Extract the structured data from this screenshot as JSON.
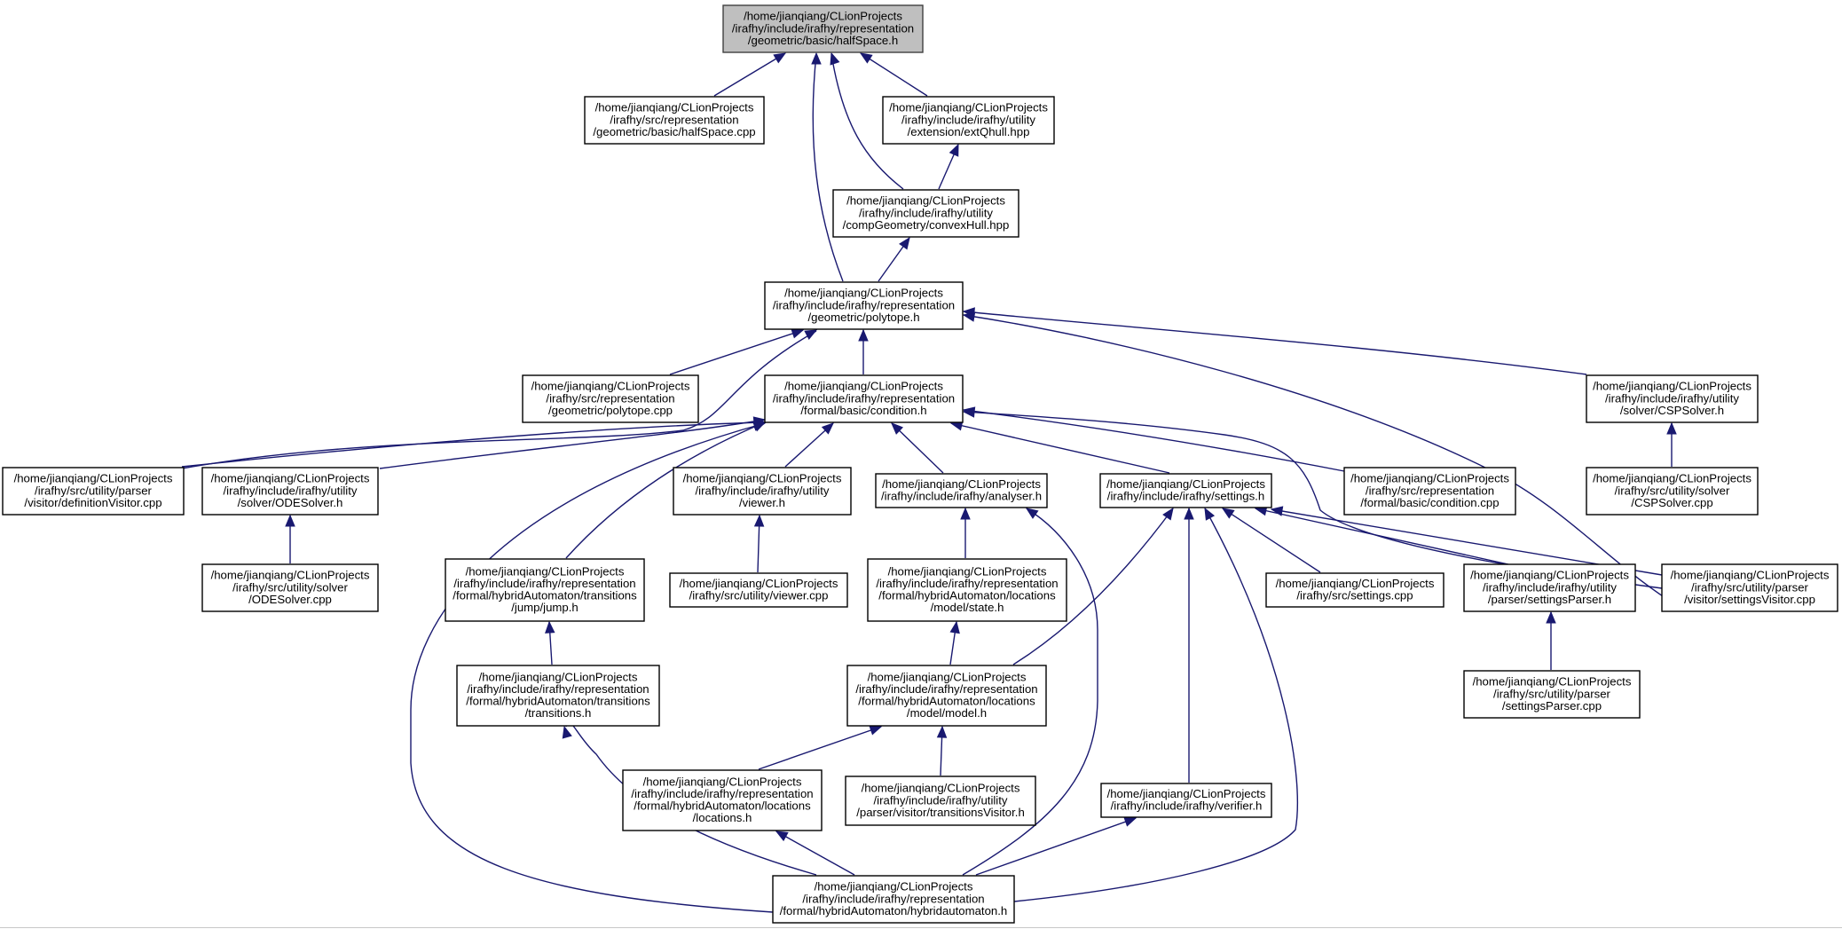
{
  "graph": {
    "colors": {
      "edge": "#191970",
      "root_fill": "#bfbfbf",
      "node_fill": "#ffffff"
    },
    "nodes": [
      {
        "id": "halfSpace_h",
        "root": true,
        "lines": [
          "/home/jianqiang/CLionProjects",
          "/irafhy/include/irafhy/representation",
          "/geometric/basic/halfSpace.h"
        ]
      },
      {
        "id": "halfSpace_cpp",
        "lines": [
          "/home/jianqiang/CLionProjects",
          "/irafhy/src/representation",
          "/geometric/basic/halfSpace.cpp"
        ]
      },
      {
        "id": "extQhull_hpp",
        "lines": [
          "/home/jianqiang/CLionProjects",
          "/irafhy/include/irafhy/utility",
          "/extension/extQhull.hpp"
        ]
      },
      {
        "id": "convexHull_hpp",
        "lines": [
          "/home/jianqiang/CLionProjects",
          "/irafhy/include/irafhy/utility",
          "/compGeometry/convexHull.hpp"
        ]
      },
      {
        "id": "polytope_h",
        "lines": [
          "/home/jianqiang/CLionProjects",
          "/irafhy/include/irafhy/representation",
          "/geometric/polytope.h"
        ]
      },
      {
        "id": "polytope_cpp",
        "lines": [
          "/home/jianqiang/CLionProjects",
          "/irafhy/src/representation",
          "/geometric/polytope.cpp"
        ]
      },
      {
        "id": "condition_h",
        "lines": [
          "/home/jianqiang/CLionProjects",
          "/irafhy/include/irafhy/representation",
          "/formal/basic/condition.h"
        ]
      },
      {
        "id": "CSPSolver_h",
        "lines": [
          "/home/jianqiang/CLionProjects",
          "/irafhy/include/irafhy/utility",
          "/solver/CSPSolver.h"
        ]
      },
      {
        "id": "CSPSolver_cpp",
        "lines": [
          "/home/jianqiang/CLionProjects",
          "/irafhy/src/utility/solver",
          "/CSPSolver.cpp"
        ]
      },
      {
        "id": "definitionVisitor_cpp",
        "lines": [
          "/home/jianqiang/CLionProjects",
          "/irafhy/src/utility/parser",
          "/visitor/definitionVisitor.cpp"
        ]
      },
      {
        "id": "ODESolver_h",
        "lines": [
          "/home/jianqiang/CLionProjects",
          "/irafhy/include/irafhy/utility",
          "/solver/ODESolver.h"
        ]
      },
      {
        "id": "ODESolver_cpp",
        "lines": [
          "/home/jianqiang/CLionProjects",
          "/irafhy/src/utility/solver",
          "/ODESolver.cpp"
        ]
      },
      {
        "id": "viewer_h",
        "lines": [
          "/home/jianqiang/CLionProjects",
          "/irafhy/include/irafhy/utility",
          "/viewer.h"
        ]
      },
      {
        "id": "viewer_cpp",
        "lines": [
          "/home/jianqiang/CLionProjects",
          "/irafhy/src/utility/viewer.cpp"
        ]
      },
      {
        "id": "analyser_h",
        "lines": [
          "/home/jianqiang/CLionProjects",
          "/irafhy/include/irafhy/analyser.h"
        ]
      },
      {
        "id": "settings_h",
        "lines": [
          "/home/jianqiang/CLionProjects",
          "/irafhy/include/irafhy/settings.h"
        ]
      },
      {
        "id": "condition_cpp",
        "lines": [
          "/home/jianqiang/CLionProjects",
          "/irafhy/src/representation",
          "/formal/basic/condition.cpp"
        ]
      },
      {
        "id": "jump_h",
        "lines": [
          "/home/jianqiang/CLionProjects",
          "/irafhy/include/irafhy/representation",
          "/formal/hybridAutomaton/transitions",
          "/jump/jump.h"
        ]
      },
      {
        "id": "transitions_h",
        "lines": [
          "/home/jianqiang/CLionProjects",
          "/irafhy/include/irafhy/representation",
          "/formal/hybridAutomaton/transitions",
          "/transitions.h"
        ]
      },
      {
        "id": "state_h",
        "lines": [
          "/home/jianqiang/CLionProjects",
          "/irafhy/include/irafhy/representation",
          "/formal/hybridAutomaton/locations",
          "/model/state.h"
        ]
      },
      {
        "id": "model_h",
        "lines": [
          "/home/jianqiang/CLionProjects",
          "/irafhy/include/irafhy/representation",
          "/formal/hybridAutomaton/locations",
          "/model/model.h"
        ]
      },
      {
        "id": "locations_h",
        "lines": [
          "/home/jianqiang/CLionProjects",
          "/irafhy/include/irafhy/representation",
          "/formal/hybridAutomaton/locations",
          "/locations.h"
        ]
      },
      {
        "id": "transitionsVisitor_h",
        "lines": [
          "/home/jianqiang/CLionProjects",
          "/irafhy/include/irafhy/utility",
          "/parser/visitor/transitionsVisitor.h"
        ]
      },
      {
        "id": "settings_cpp",
        "lines": [
          "/home/jianqiang/CLionProjects",
          "/irafhy/src/settings.cpp"
        ]
      },
      {
        "id": "settingsParser_h",
        "lines": [
          "/home/jianqiang/CLionProjects",
          "/irafhy/include/irafhy/utility",
          "/parser/settingsParser.h"
        ]
      },
      {
        "id": "settingsParser_cpp",
        "lines": [
          "/home/jianqiang/CLionProjects",
          "/irafhy/src/utility/parser",
          "/settingsParser.cpp"
        ]
      },
      {
        "id": "settingsVisitor_cpp",
        "lines": [
          "/home/jianqiang/CLionProjects",
          "/irafhy/src/utility/parser",
          "/visitor/settingsVisitor.cpp"
        ]
      },
      {
        "id": "verifier_h",
        "lines": [
          "/home/jianqiang/CLionProjects",
          "/irafhy/include/irafhy/verifier.h"
        ]
      },
      {
        "id": "hybridautomaton_h",
        "lines": [
          "/home/jianqiang/CLionProjects",
          "/irafhy/include/irafhy/representation",
          "/formal/hybridAutomaton/hybridautomaton.h"
        ]
      }
    ],
    "edges": [
      {
        "from": "halfSpace_cpp",
        "to": "halfSpace_h"
      },
      {
        "from": "extQhull_hpp",
        "to": "halfSpace_h"
      },
      {
        "from": "convexHull_hpp",
        "to": "halfSpace_h"
      },
      {
        "from": "polytope_h",
        "to": "halfSpace_h"
      },
      {
        "from": "convexHull_hpp",
        "to": "extQhull_hpp"
      },
      {
        "from": "polytope_h",
        "to": "convexHull_hpp"
      },
      {
        "from": "polytope_cpp",
        "to": "polytope_h"
      },
      {
        "from": "condition_h",
        "to": "polytope_h"
      },
      {
        "from": "definitionVisitor_cpp",
        "to": "polytope_h"
      },
      {
        "from": "CSPSolver_h",
        "to": "polytope_h"
      },
      {
        "from": "settingsVisitor_cpp",
        "to": "polytope_h"
      },
      {
        "from": "CSPSolver_cpp",
        "to": "CSPSolver_h"
      },
      {
        "from": "definitionVisitor_cpp",
        "to": "condition_h"
      },
      {
        "from": "ODESolver_h",
        "to": "condition_h"
      },
      {
        "from": "viewer_h",
        "to": "condition_h"
      },
      {
        "from": "analyser_h",
        "to": "condition_h"
      },
      {
        "from": "settings_h",
        "to": "condition_h"
      },
      {
        "from": "condition_cpp",
        "to": "condition_h"
      },
      {
        "from": "settingsVisitor_cpp",
        "to": "condition_h"
      },
      {
        "from": "jump_h",
        "to": "condition_h"
      },
      {
        "from": "hybridautomaton_h",
        "to": "condition_h"
      },
      {
        "from": "ODESolver_cpp",
        "to": "ODESolver_h"
      },
      {
        "from": "viewer_cpp",
        "to": "viewer_h"
      },
      {
        "from": "state_h",
        "to": "analyser_h"
      },
      {
        "from": "hybridautomaton_h",
        "to": "analyser_h"
      },
      {
        "from": "settings_cpp",
        "to": "settings_h"
      },
      {
        "from": "settingsParser_h",
        "to": "settings_h"
      },
      {
        "from": "settingsVisitor_cpp",
        "to": "settings_h"
      },
      {
        "from": "model_h",
        "to": "settings_h"
      },
      {
        "from": "verifier_h",
        "to": "settings_h"
      },
      {
        "from": "hybridautomaton_h",
        "to": "settings_h"
      },
      {
        "from": "transitions_h",
        "to": "jump_h"
      },
      {
        "from": "hybridautomaton_h",
        "to": "transitions_h"
      },
      {
        "from": "model_h",
        "to": "state_h"
      },
      {
        "from": "locations_h",
        "to": "model_h"
      },
      {
        "from": "transitionsVisitor_h",
        "to": "model_h"
      },
      {
        "from": "hybridautomaton_h",
        "to": "locations_h"
      },
      {
        "from": "hybridautomaton_h",
        "to": "verifier_h"
      },
      {
        "from": "settingsParser_cpp",
        "to": "settingsParser_h"
      }
    ]
  }
}
